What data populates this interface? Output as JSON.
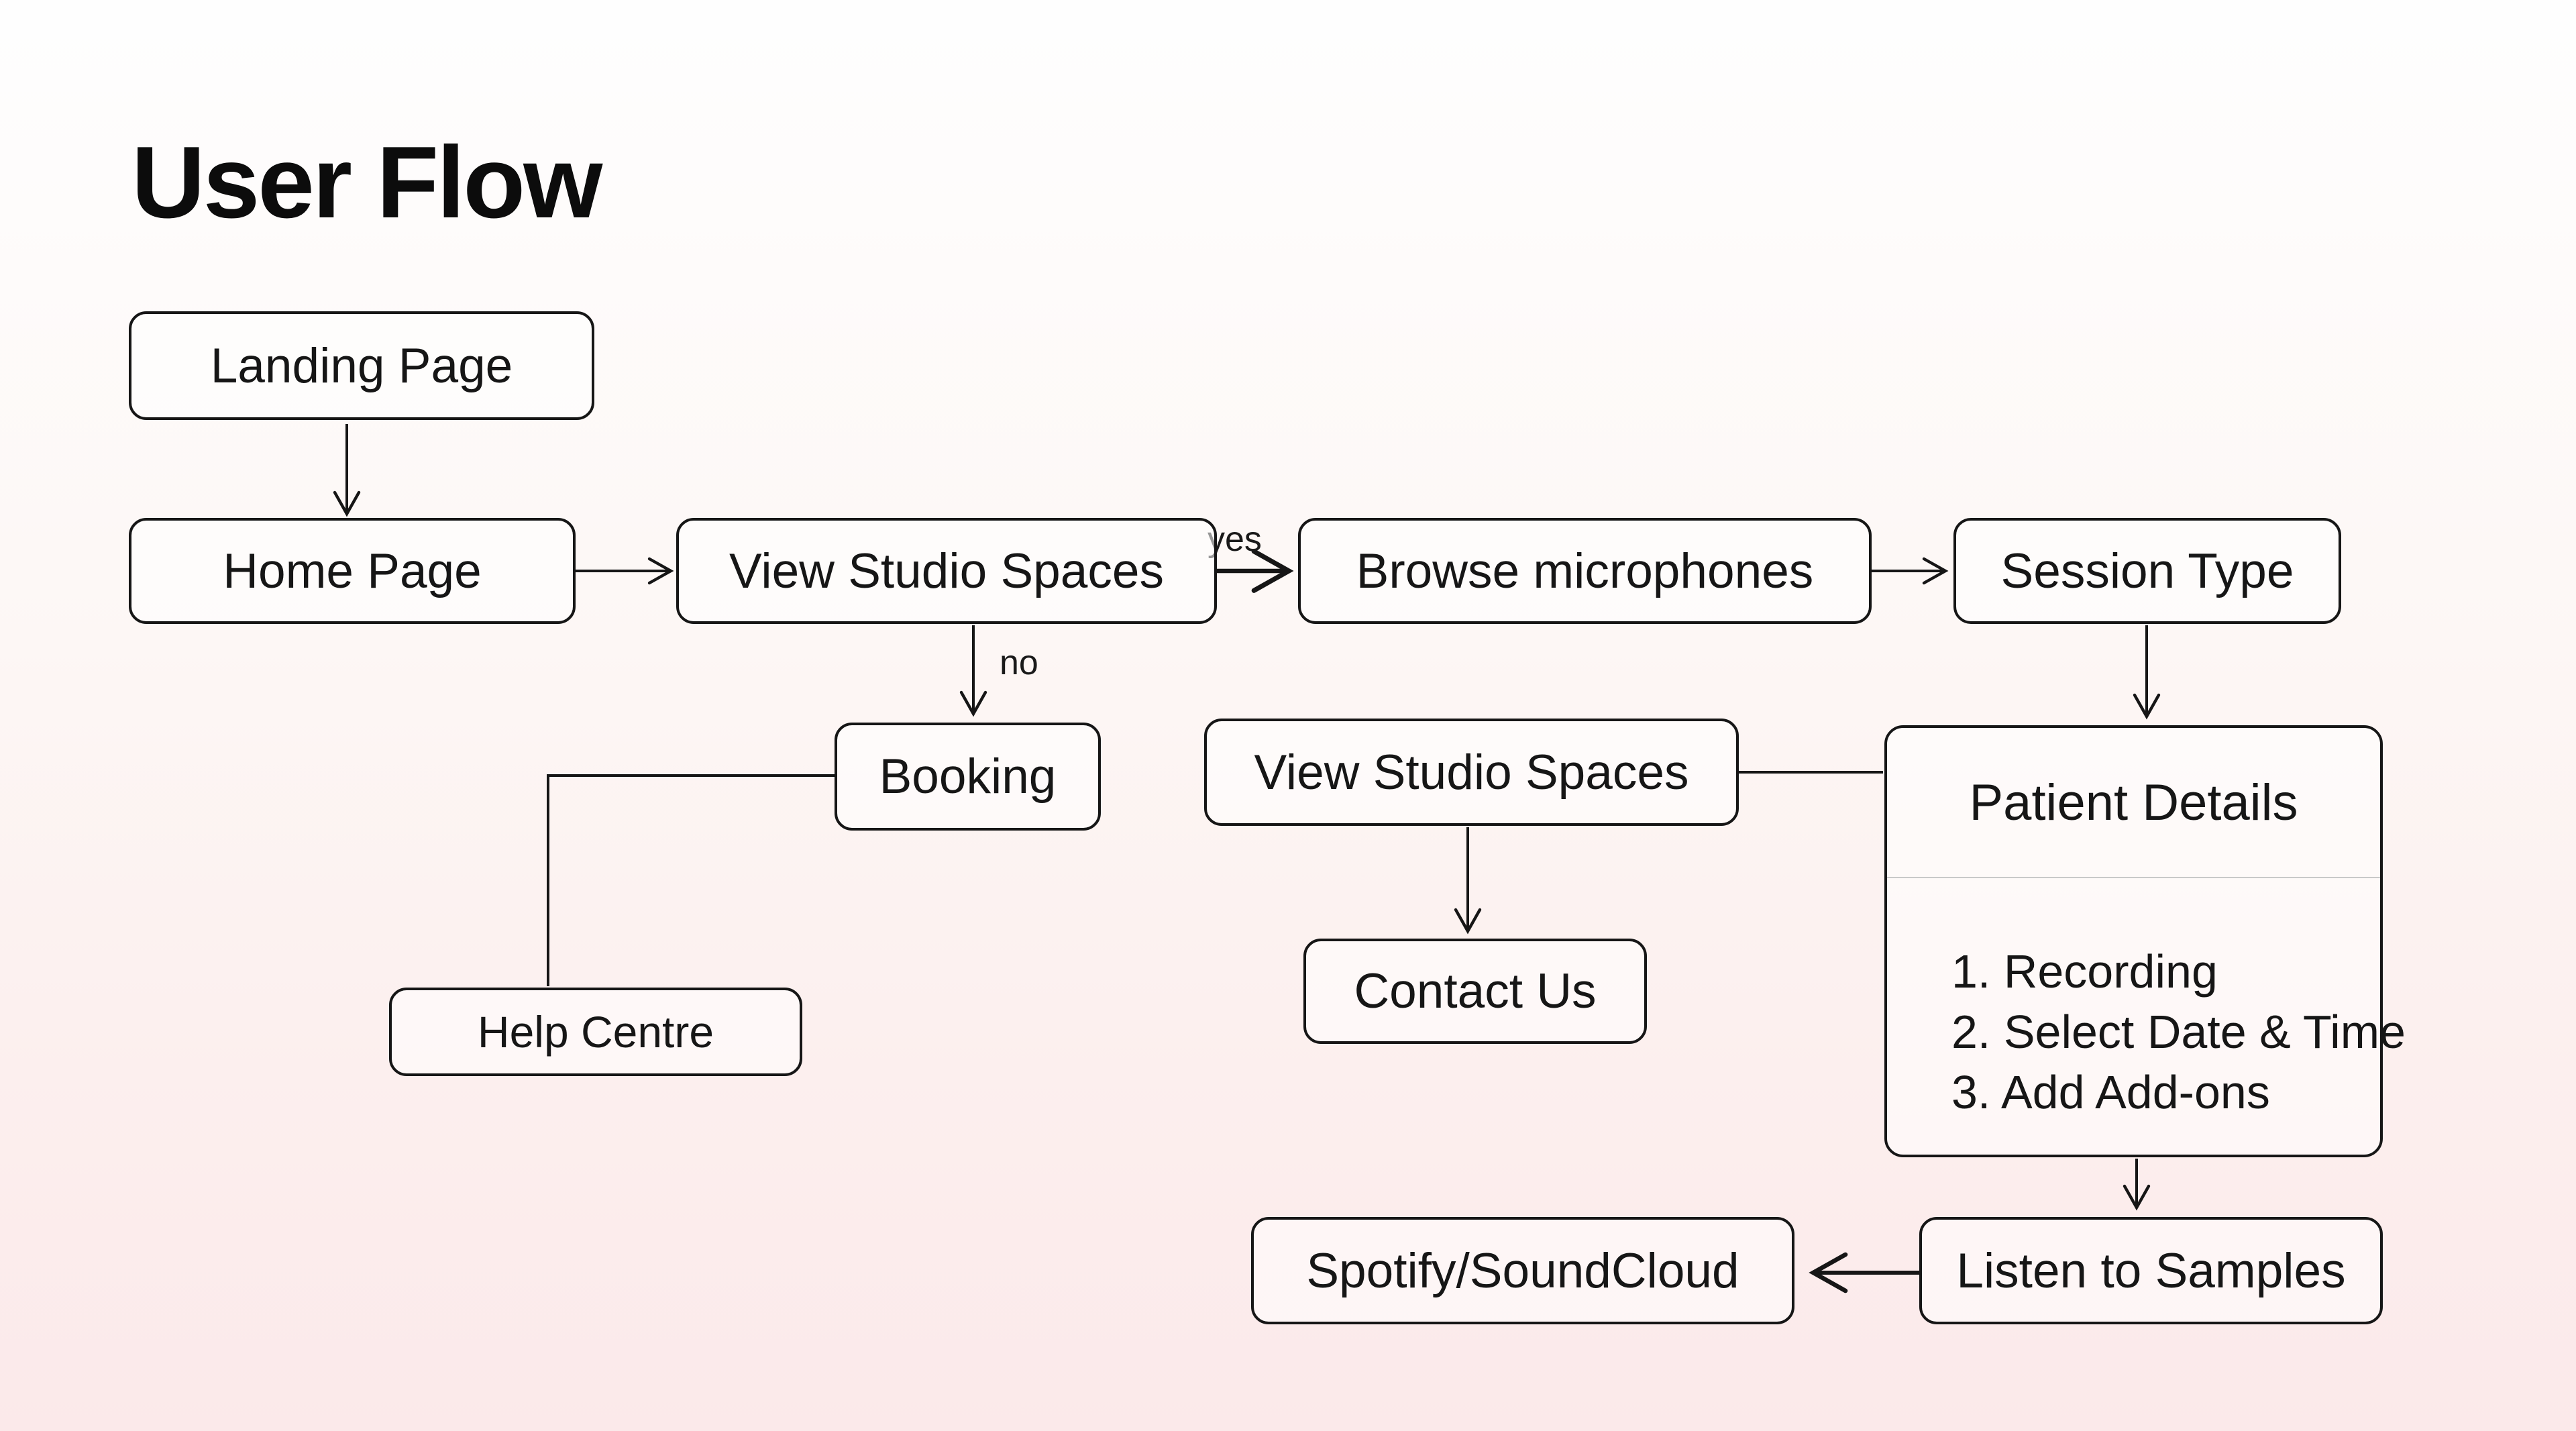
{
  "title": "User Flow",
  "diagram_type": "user-flow flowchart",
  "colors": {
    "ink": "#161616",
    "box_border": "#161616",
    "box_fill": "#fdf6f5",
    "background_top": "#fefefe",
    "background_bottom": "#fbe9ea",
    "divider": "#c9c9c9"
  },
  "nodes": {
    "landing": {
      "label": "Landing Page"
    },
    "home": {
      "label": "Home Page"
    },
    "view_studio_1": {
      "label": "View Studio Spaces"
    },
    "browse_mics": {
      "label": "Browse microphones"
    },
    "session_type": {
      "label": "Session Type"
    },
    "booking": {
      "label": "Booking"
    },
    "help_centre": {
      "label": "Help Centre"
    },
    "view_studio_2": {
      "label": "View Studio Spaces"
    },
    "contact_us": {
      "label": "Contact Us"
    },
    "patient_details": {
      "label": "Patient Details",
      "items": [
        "1. Recording",
        "2. Select Date & Time",
        "3. Add Add-ons"
      ]
    },
    "listen_samples": {
      "label": "Listen to Samples"
    },
    "spotify": {
      "label": "Spotify/SoundCloud"
    }
  },
  "edge_labels": {
    "yes": "yes",
    "no": "no"
  },
  "edges": [
    {
      "from": "landing",
      "to": "home",
      "arrow": true
    },
    {
      "from": "home",
      "to": "view_studio_1",
      "arrow": true
    },
    {
      "from": "view_studio_1",
      "to": "browse_mics",
      "arrow": true,
      "label": "yes"
    },
    {
      "from": "browse_mics",
      "to": "session_type",
      "arrow": true
    },
    {
      "from": "session_type",
      "to": "patient_details",
      "arrow": true
    },
    {
      "from": "view_studio_1",
      "to": "booking",
      "arrow": true,
      "label": "no"
    },
    {
      "from": "booking",
      "to": "help_centre",
      "arrow": false
    },
    {
      "from": "view_studio_2",
      "to": "contact_us",
      "arrow": true
    },
    {
      "from": "view_studio_2",
      "to": "patient_details",
      "arrow": false
    },
    {
      "from": "patient_details",
      "to": "listen_samples",
      "arrow": true
    },
    {
      "from": "listen_samples",
      "to": "spotify",
      "arrow": true
    }
  ]
}
